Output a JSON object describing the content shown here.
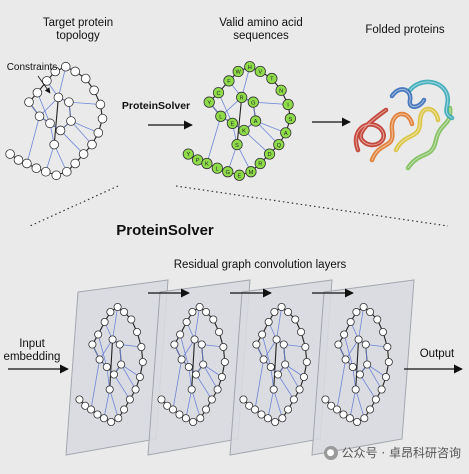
{
  "labels": {
    "target_topology": "Target protein\ntopology",
    "constraints": "Constraints",
    "arrow_protein_solver": "ProteinSolver",
    "valid_sequences": "Valid amino acid\nsequences",
    "folded_proteins": "Folded proteins",
    "main_title": "ProteinSolver",
    "residual_layers": "Residual graph convolution layers",
    "input_embedding": "Input\nembedding",
    "output": "Output"
  },
  "amino_letters": [
    "Y",
    "P",
    "K",
    "L",
    "G",
    "E",
    "M",
    "R",
    "D",
    "Q",
    "A",
    "S",
    "I",
    "N",
    "T",
    "V",
    "H",
    "W",
    "F",
    "C",
    "Y",
    "L",
    "E",
    "K",
    "A",
    "G",
    "R",
    "S"
  ],
  "watermark": "公众号 · 卓昂科研咨询",
  "colors": {
    "background": "#eaeaea",
    "edge": "#6f86d8",
    "node_fill": "#ffffff",
    "node_stroke": "#333333",
    "amino_fill": "#8fdc4a",
    "panel_fill": "#d9dbe0",
    "panel_stroke": "#9aa0a8"
  }
}
